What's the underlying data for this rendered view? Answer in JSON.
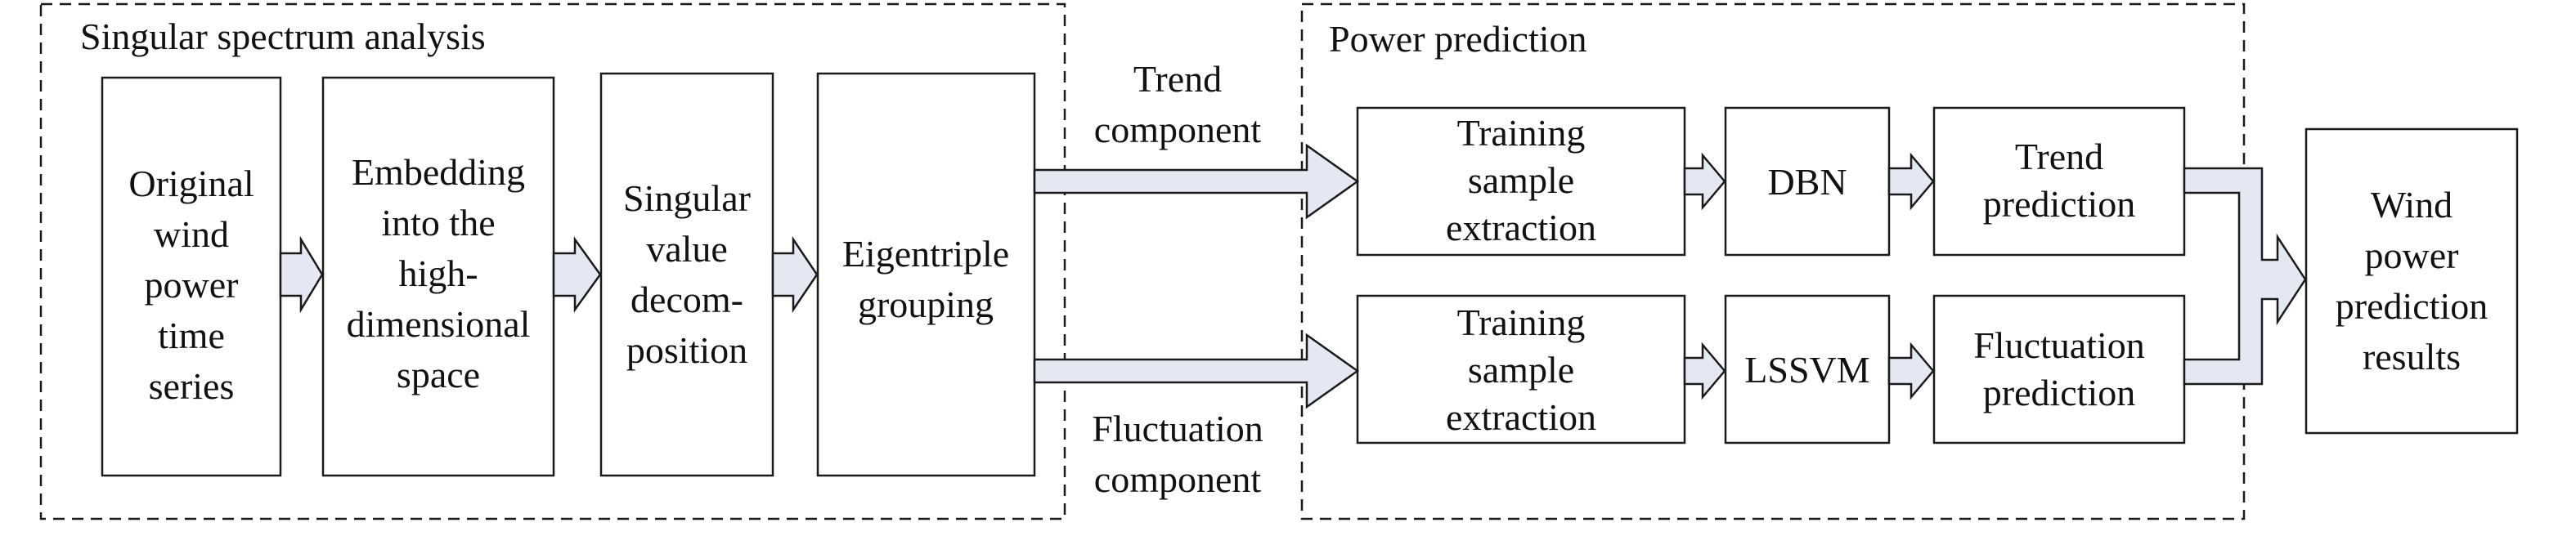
{
  "colors": {
    "arrow_fill": "#e4e8f3",
    "stroke": "#1a1a1a",
    "background": "#ffffff"
  },
  "groups": {
    "ssa": "Singular spectrum analysis",
    "power": "Power prediction"
  },
  "boxes": {
    "original": [
      "Original",
      "wind",
      "power",
      "time",
      "series"
    ],
    "embedding": [
      "Embedding",
      "into the",
      "high-",
      "dimensional",
      "space"
    ],
    "svd": [
      "Singular",
      "value",
      "decom-",
      "position"
    ],
    "eigentriple": [
      "Eigentriple",
      "grouping"
    ],
    "training_trend": [
      "Training",
      "sample",
      "extraction"
    ],
    "dbn": [
      "DBN"
    ],
    "trend_prediction": [
      "Trend",
      "prediction"
    ],
    "training_fluct": [
      "Training",
      "sample",
      "extraction"
    ],
    "lssvm": [
      "LSSVM"
    ],
    "fluct_prediction": [
      "Fluctuation",
      "prediction"
    ],
    "results": [
      "Wind",
      "power",
      "prediction",
      "results"
    ]
  },
  "labels": {
    "trend_component": [
      "Trend",
      "component"
    ],
    "fluctuation_component": [
      "Fluctuation",
      "component"
    ]
  }
}
